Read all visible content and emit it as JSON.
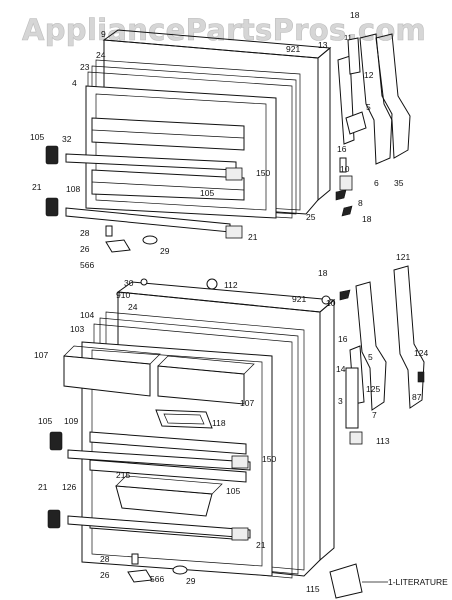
{
  "watermark": "AppliancePartsPros.com",
  "upper_labels": [
    "18",
    "9",
    "11",
    "921",
    "13",
    "24",
    "23",
    "12",
    "4",
    "5",
    "16",
    "105",
    "32",
    "150",
    "10",
    "21",
    "108",
    "105",
    "8",
    "25",
    "6",
    "35",
    "18",
    "28",
    "21",
    "26",
    "29",
    "566"
  ],
  "lower_labels": [
    "30",
    "112",
    "18",
    "121",
    "910",
    "921",
    "24",
    "104",
    "10",
    "103",
    "16",
    "107",
    "124",
    "5",
    "14",
    "125",
    "3",
    "87",
    "107",
    "118",
    "7",
    "105",
    "109",
    "113",
    "150",
    "215",
    "105",
    "21",
    "126",
    "28",
    "21",
    "26",
    "566",
    "29",
    "115"
  ],
  "literature_label": "1-LITERATURE"
}
